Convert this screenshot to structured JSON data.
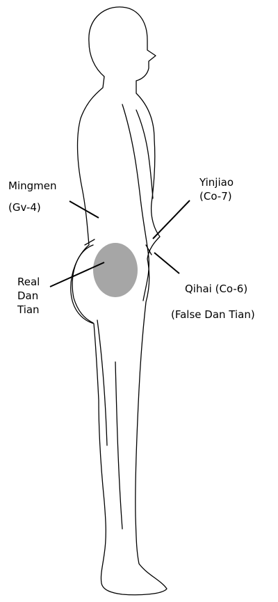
{
  "figure": {
    "region_fill": "#a6a6a6",
    "outline_color": "#000000",
    "body_icon": "human-body-side-view-outline"
  },
  "labels": {
    "mingmen": {
      "name": "Mingmen",
      "code": "(Gv-4)"
    },
    "yinjiao": {
      "name": "Yinjiao",
      "code": "(Co-7)"
    },
    "real_dan_tian": {
      "line1": "Real",
      "line2": "Dan",
      "line3": "Tian"
    },
    "qihai": {
      "name": "Qihai (Co-6)",
      "note": "(False Dan Tian)"
    }
  }
}
